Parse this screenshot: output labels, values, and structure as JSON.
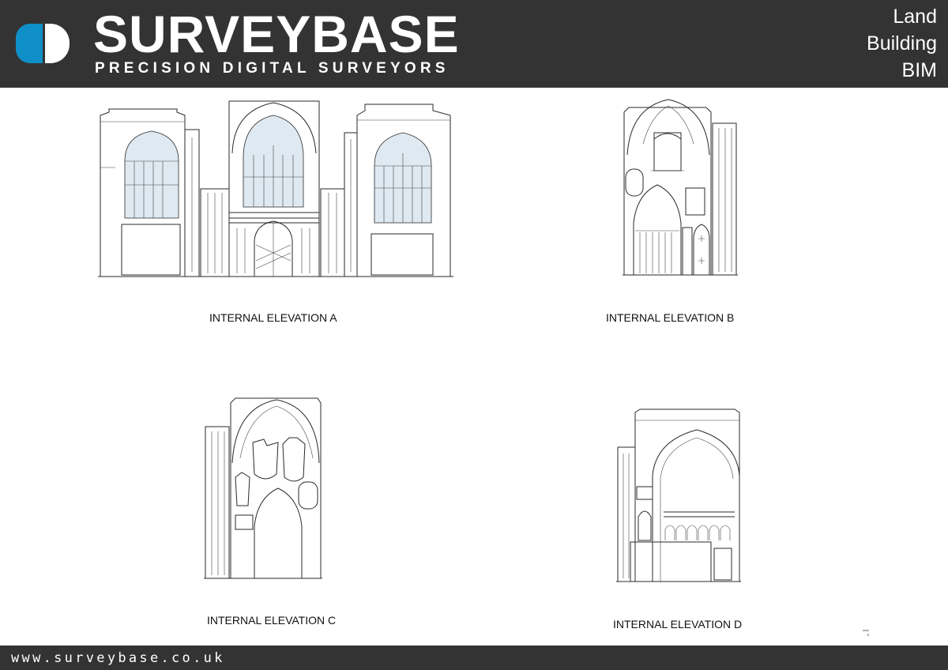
{
  "brand": {
    "name": "SURVEYBASE",
    "tagline": "PRECISION DIGITAL SURVEYORS",
    "logo_colors": {
      "primary": "#0f8fc7",
      "secondary": "#ffffff"
    },
    "logo_icon": "surveybase-logo-icon"
  },
  "services": [
    "Land",
    "Building",
    "BIM"
  ],
  "colors": {
    "header_bg": "#333333",
    "footer_bg": "#333333",
    "page_bg": "#ffffff"
  },
  "drawings": [
    {
      "id": "a",
      "caption": "INTERNAL ELEVATION A"
    },
    {
      "id": "b",
      "caption": "INTERNAL ELEVATION B"
    },
    {
      "id": "c",
      "caption": "INTERNAL ELEVATION C"
    },
    {
      "id": "d",
      "caption": "INTERNAL ELEVATION D"
    }
  ],
  "footer": {
    "url": "www.surveybase.co.uk"
  }
}
